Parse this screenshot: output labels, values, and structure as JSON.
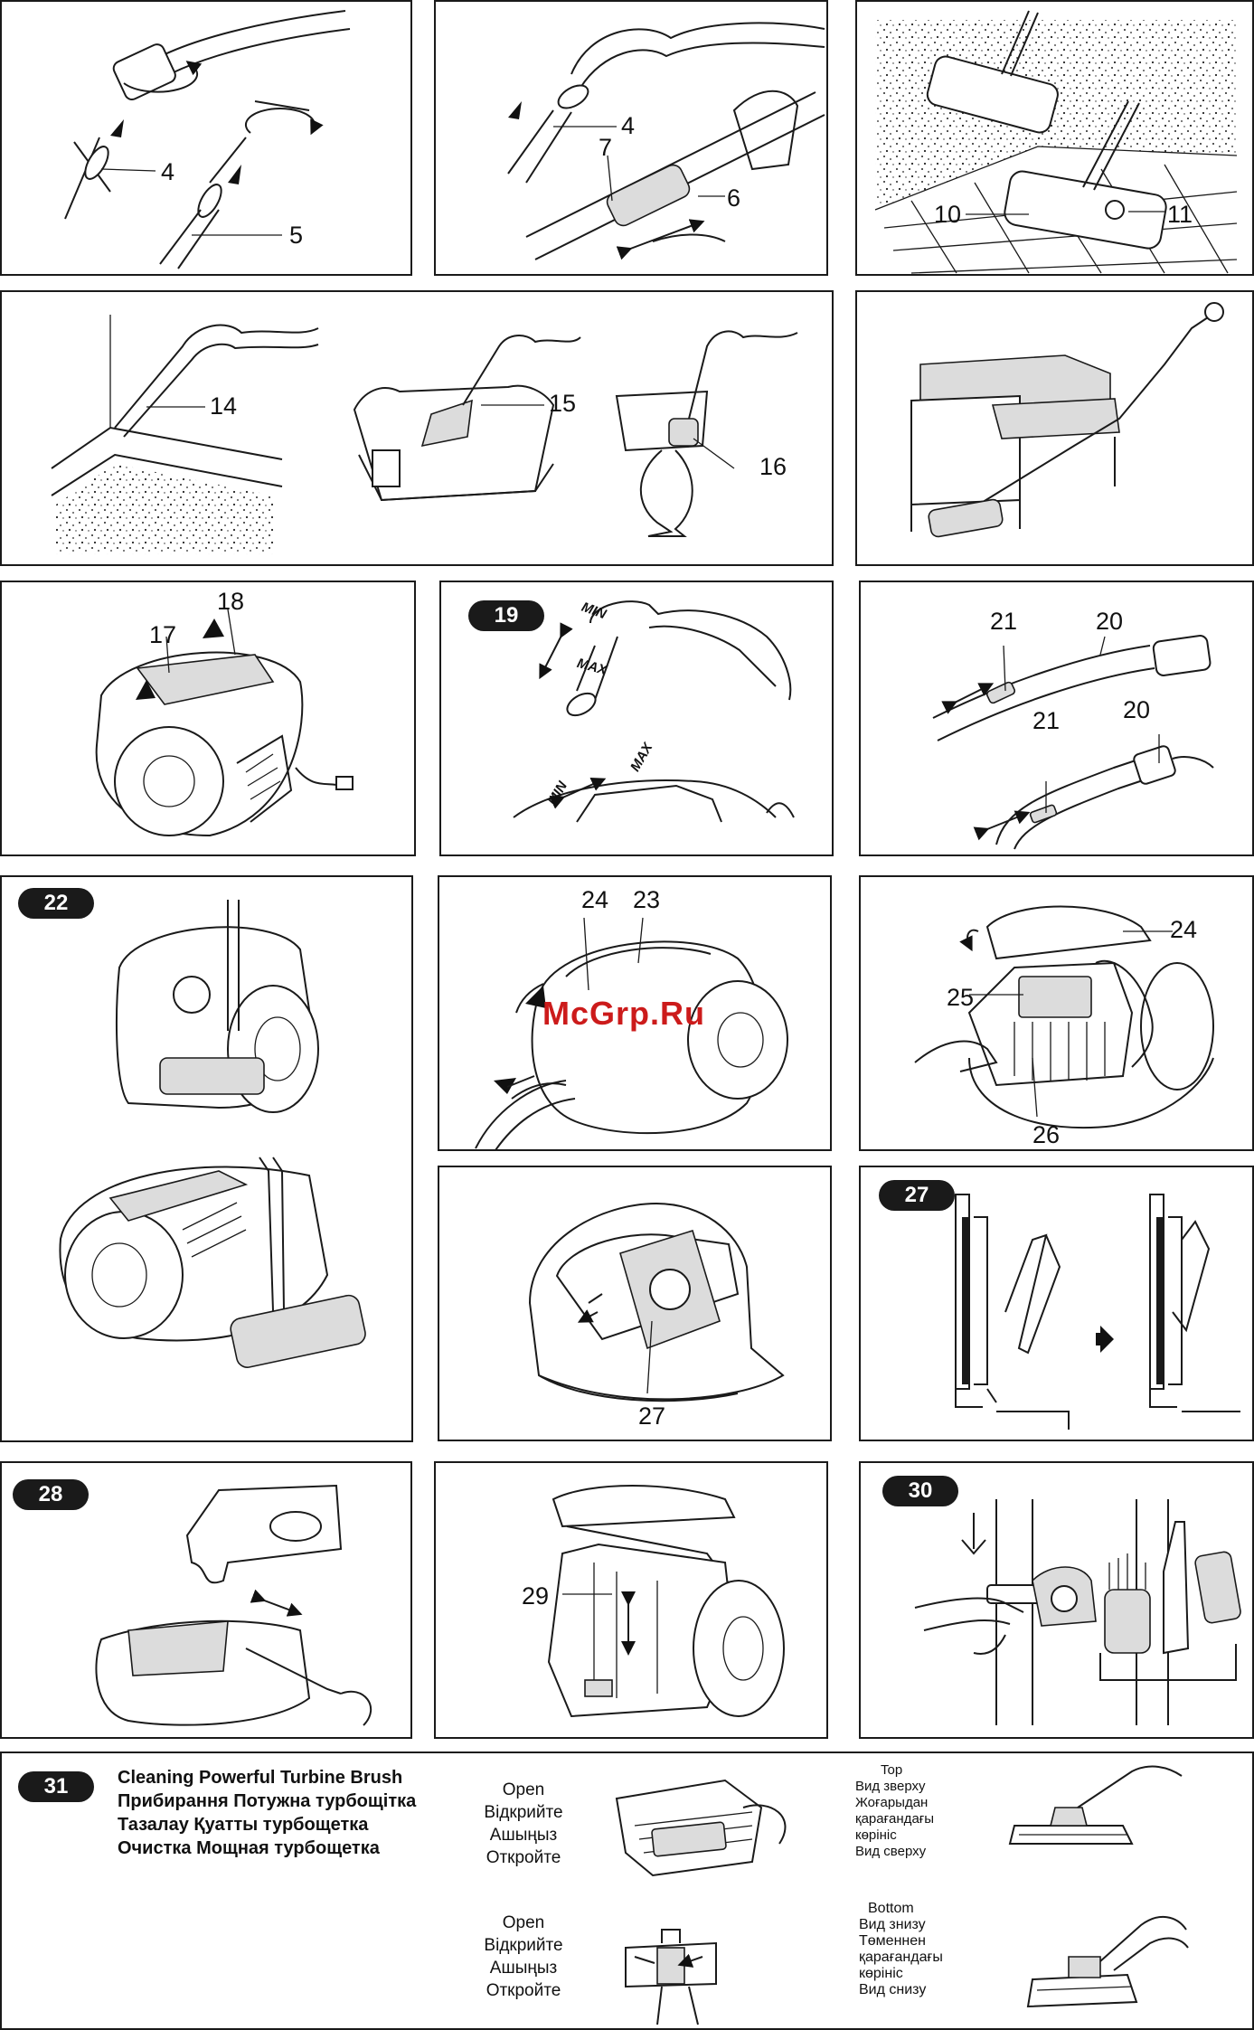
{
  "panels": {
    "p1": {
      "labels": [
        "4",
        "5"
      ]
    },
    "p2": {
      "labels": [
        "4",
        "7",
        "6"
      ]
    },
    "p3": {
      "labels": [
        "10",
        "11"
      ]
    },
    "p4": {
      "labels": [
        "14",
        "15",
        "16"
      ]
    },
    "p6": {
      "labels": [
        "17",
        "18"
      ]
    },
    "p7": {
      "badge": "19",
      "min_top": "MIN",
      "max_top": "MAX",
      "min_bottom": "MIN",
      "max_bottom": "MAX"
    },
    "p8": {
      "labels": [
        "21",
        "20",
        "21",
        "20"
      ]
    },
    "p9": {
      "badge": "22"
    },
    "p10": {
      "labels": [
        "24",
        "23"
      ]
    },
    "p11": {
      "labels": [
        "24",
        "25",
        "26"
      ]
    },
    "p12": {
      "labels": [
        "27"
      ]
    },
    "p13": {
      "badge": "27"
    },
    "p14": {
      "badge": "28"
    },
    "p15": {
      "labels": [
        "29"
      ]
    },
    "p16": {
      "badge": "30"
    }
  },
  "watermark": "McGrp.Ru",
  "section31": {
    "badge": "31",
    "titles": [
      "Cleaning Powerful Turbine Brush",
      "Прибирання Потужна турбощітка",
      "Тазалау Қуатты турбощетка",
      "Очистка Мощная турбощетка"
    ],
    "open_top": [
      "Open",
      "Відкрийте",
      "Ашыңыз",
      "Откройте"
    ],
    "open_bottom": [
      "Open",
      "Відкрийте",
      "Ашыңыз",
      "Откройте"
    ],
    "top_view": [
      "Top",
      "Вид зверху",
      "Жоғарыдан",
      "қарағандағы",
      "көрініс",
      "Вид сверху"
    ],
    "bottom_view": [
      "Bottom",
      "Вид знизу",
      "Төменнен",
      "қарағандағы",
      "көрініс",
      "Вид снизу"
    ]
  }
}
